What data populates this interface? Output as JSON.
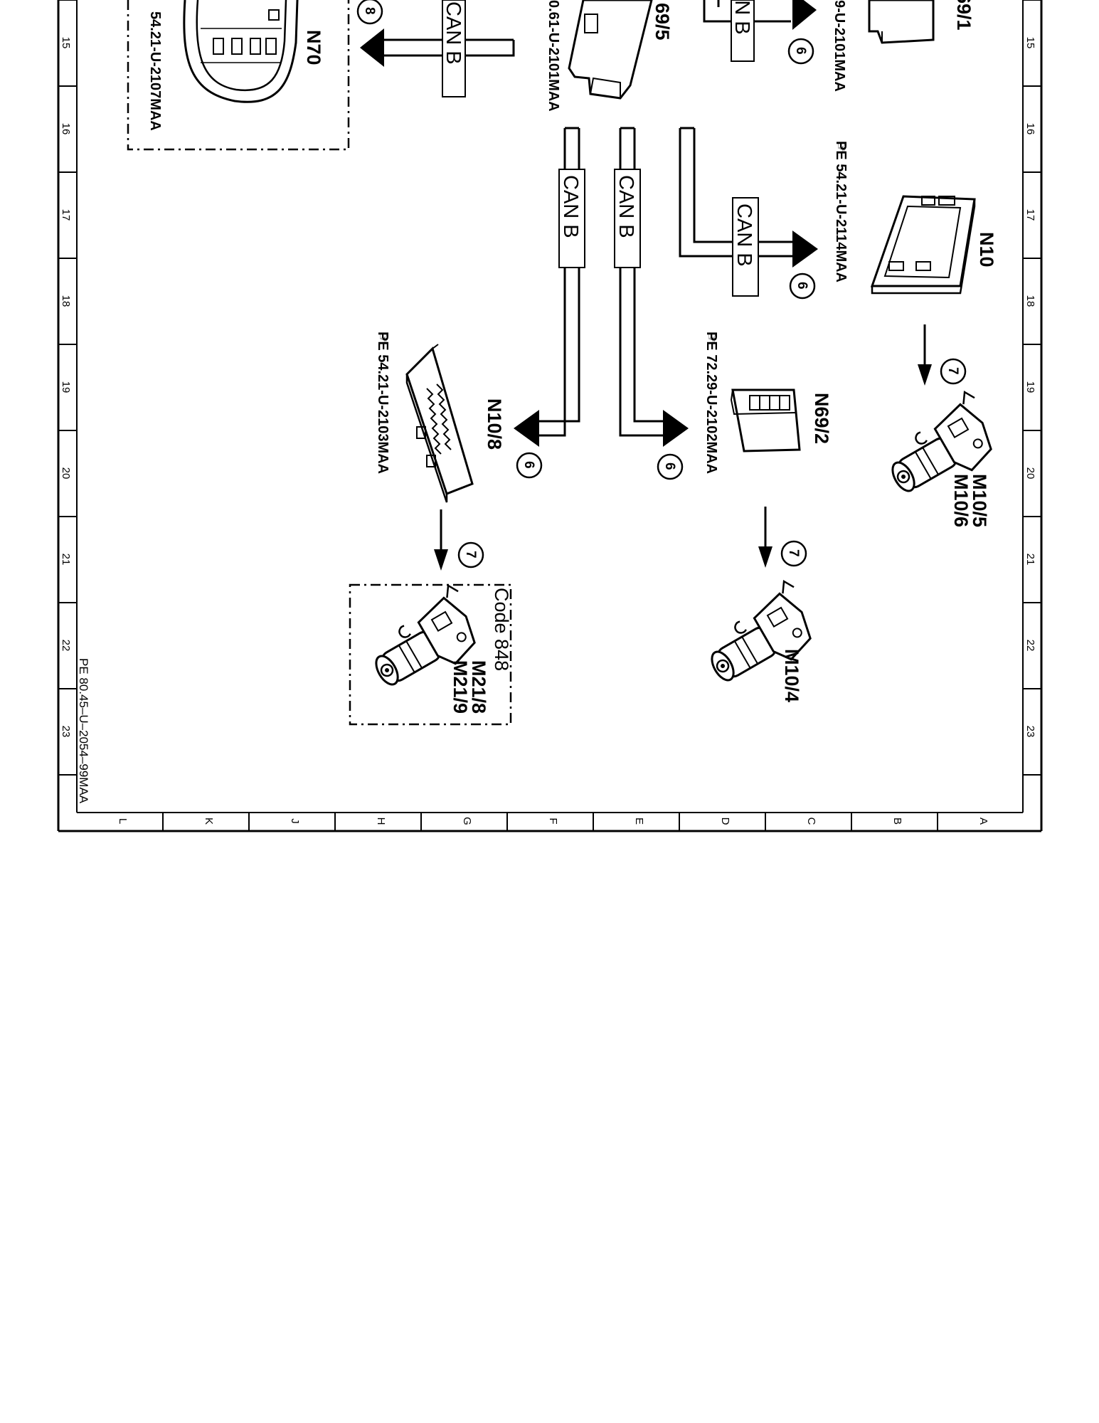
{
  "bus_label": "CAN B",
  "components": {
    "n70": {
      "id": "N70",
      "ref": "54.21-U-2107MAA"
    },
    "n69_5": {
      "id": "69/5",
      "ref": "0.61-U-2101MAA"
    },
    "n69_1": {
      "id": "69/1",
      "ref": "9-U-2101MAA"
    },
    "n10": {
      "id": "N10",
      "ref": "PE  54.21-U-2114MAA"
    },
    "m10_5": {
      "id": "M10/5",
      "id2": "M10/6"
    },
    "n69_2": {
      "id": "N69/2",
      "ref": "PE  72.29-U-2102MAA"
    },
    "m10_4": {
      "id": "M10/4"
    },
    "n10_8": {
      "id": "N10/8",
      "ref": "PE  54.21-U-2103MAA"
    },
    "m21": {
      "id": "M21/8",
      "id2": "M21/9",
      "code": "Code  848"
    }
  },
  "callouts": {
    "c6": "6",
    "c7": "7",
    "c8": "8"
  },
  "ruler": {
    "numbers": [
      "15",
      "16",
      "17",
      "18",
      "19",
      "20",
      "21",
      "22",
      "23"
    ],
    "letters": [
      "L",
      "K",
      "J",
      "H",
      "G",
      "F",
      "E",
      "D",
      "C",
      "B",
      "A"
    ]
  },
  "footer_ref": "PE 80.45–U–2054–99MAA"
}
